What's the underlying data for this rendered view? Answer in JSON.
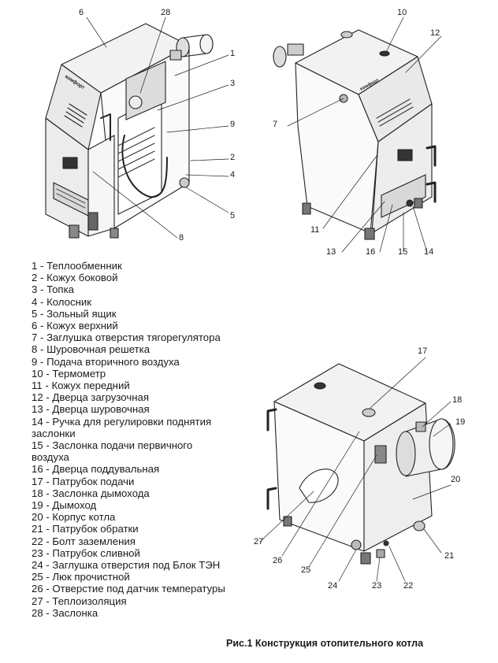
{
  "legend": [
    {
      "num": "1",
      "text": "Теплообменник"
    },
    {
      "num": "2",
      "text": "Кожух боковой"
    },
    {
      "num": "3",
      "text": "Топка"
    },
    {
      "num": "4",
      "text": "Колосник"
    },
    {
      "num": "5",
      "text": "Зольный ящик"
    },
    {
      "num": "6",
      "text": "Кожух верхний"
    },
    {
      "num": "7",
      "text": "Заглушка отверстия тягорегулятора"
    },
    {
      "num": "8",
      "text": "Шуровочная решетка"
    },
    {
      "num": "9",
      "text": "Подача вторичного воздуха"
    },
    {
      "num": "10",
      "text": "Термометр"
    },
    {
      "num": "11",
      "text": "Кожух передний"
    },
    {
      "num": "12",
      "text": "Дверца загрузочная"
    },
    {
      "num": "13",
      "text": "Дверца шуровочная"
    },
    {
      "num": "14",
      "text": "Ручка для регулировки поднятия заслонки"
    },
    {
      "num": "15",
      "text": "Заслонка подачи первичного воздуха"
    },
    {
      "num": "16",
      "text": "Дверца поддувальная"
    },
    {
      "num": "17",
      "text": "Патрубок подачи"
    },
    {
      "num": "18",
      "text": "Заслонка дымохода"
    },
    {
      "num": "19",
      "text": "Дымоход"
    },
    {
      "num": "20",
      "text": "Корпус котла"
    },
    {
      "num": "21",
      "text": "Патрубок обратки"
    },
    {
      "num": "22",
      "text": "Болт заземления"
    },
    {
      "num": "23",
      "text": "Патрубок сливной"
    },
    {
      "num": "24",
      "text": "Заглушка отверстия под Блок ТЭН"
    },
    {
      "num": "25",
      "text": "Люк прочистной"
    },
    {
      "num": "26",
      "text": "Отверстие под датчик температуры"
    },
    {
      "num": "27",
      "text": "Теплоизоляция"
    },
    {
      "num": "28",
      "text": "Заслонка"
    }
  ],
  "caption": "Рис.1 Конструкция отопительного котла",
  "brand_plate": "комфорт",
  "callouts": {
    "c6": "6",
    "c28": "28",
    "c1": "1",
    "c3": "3",
    "c9": "9",
    "c2": "2",
    "c4": "4",
    "c5": "5",
    "c8": "8",
    "c10": "10",
    "c12": "12",
    "c7": "7",
    "c11": "11",
    "c13": "13",
    "c16": "16",
    "c15": "15",
    "c14": "14",
    "c17": "17",
    "c18": "18",
    "c19": "19",
    "c20": "20",
    "c21": "21",
    "c22": "22",
    "c23": "23",
    "c24": "24",
    "c25": "25",
    "c26": "26",
    "c27": "27"
  }
}
